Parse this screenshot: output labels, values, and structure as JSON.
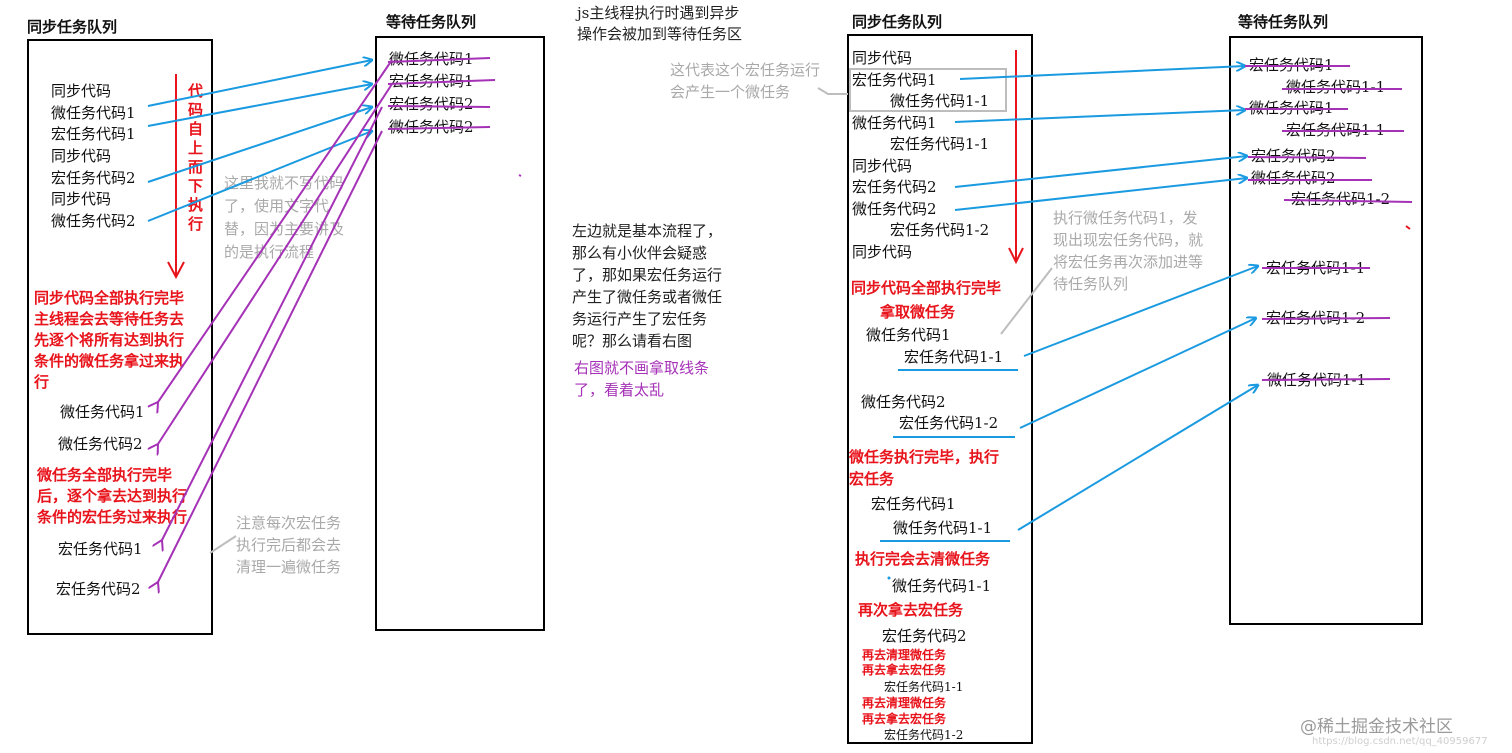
{
  "left": {
    "sync_title": "同步任务队列",
    "wait_title": "等待任务队列",
    "sync_items": [
      "同步代码",
      "微任务代码1",
      "宏任务代码1",
      "同步代码",
      "宏任务代码2",
      "同步代码",
      "微任务代码2"
    ],
    "order_vertical": "代码自上而下执行",
    "gray_note": "这里我就不写代码了，使用文字代替，因为主要讲及的是执行流程",
    "red_note1": [
      "同步代码全部执行完毕",
      "主线程会去等待任务去",
      "先逐个将所有达到执行",
      "条件的微任务拿过来执",
      "行"
    ],
    "exec_micro": [
      "微任务代码1",
      "微任务代码2"
    ],
    "red_note2": [
      "微任务全部执行完毕",
      "后，逐个拿去达到执行",
      "条件的宏任务过来执行"
    ],
    "exec_macro": [
      "宏任务代码1",
      "宏任务代码2"
    ],
    "gray_note2": [
      "注意每次宏任务",
      "执行完后都会去",
      "清理一遍微任务"
    ],
    "wait_items": [
      "微任务代码1",
      "宏任务代码1",
      "宏任务代码2",
      "微任务代码2"
    ]
  },
  "middle": {
    "top_note": [
      "js主线程执行时遇到异步",
      "操作会被加到等待任务区"
    ],
    "explain": [
      "左边就是基本流程了，",
      "那么有小伙伴会疑惑",
      "了，那如果宏任务运行",
      "产生了微任务或者微任",
      "务运行产生了宏任务",
      "呢？那么请看右图"
    ],
    "purple_note": [
      "右图就不画拿取线条",
      "了，看着太乱"
    ]
  },
  "right": {
    "sync_title": "同步任务队列",
    "wait_title": "等待任务队列",
    "gray_note_top": [
      "这代表这个宏任务运行",
      "会产生一个微任务"
    ],
    "sync_items": [
      "同步代码",
      "宏任务代码1",
      "微任务代码1-1",
      "微任务代码1",
      "宏任务代码1-1",
      "同步代码",
      "宏任务代码2",
      "微任务代码2",
      "宏任务代码1-2",
      "同步代码"
    ],
    "gray_note_mid": [
      "执行微任务代码1，发",
      "现出现宏任务代码，就",
      "将宏任务再次添加进等",
      "待任务队列"
    ],
    "red1": [
      "同步代码全部执行完毕",
      "拿取微任务"
    ],
    "e1": [
      "微任务代码1",
      "宏任务代码1-1"
    ],
    "e2": [
      "微任务代码2",
      "宏任务代码1-2"
    ],
    "red2": [
      "微任务执行完毕，执行",
      "宏任务"
    ],
    "e3": [
      "宏任务代码1",
      "微任务代码1-1"
    ],
    "red3": "执行完会去清微任务",
    "e4": "微任务代码1-1",
    "red4": "再次拿去宏任务",
    "e5": "宏任务代码2",
    "small": [
      "再去清理微任务",
      "再去拿去宏任务",
      "宏任务代码1-1",
      "再去清理微任务",
      "再去拿去宏任务",
      "宏任务代码1-2"
    ],
    "wait_items": [
      "宏任务代码1",
      "微任务代码1-1",
      "微任务代码1",
      "宏任务代码1-1",
      "宏任务代码2",
      "微任务代码2",
      "宏任务代码1-2",
      "宏任务代码1-1",
      "宏任务代码1-2",
      "微任务代码1-1"
    ]
  },
  "watermark": [
    "@稀土掘金技术社区",
    "https://blog.csdn.net/qq_40959677"
  ],
  "colors": {
    "arrow_blue": "#1a9ae0",
    "arrow_purple": "#a531b7",
    "red": "#e8141c",
    "gray": "#a9a9a9"
  }
}
